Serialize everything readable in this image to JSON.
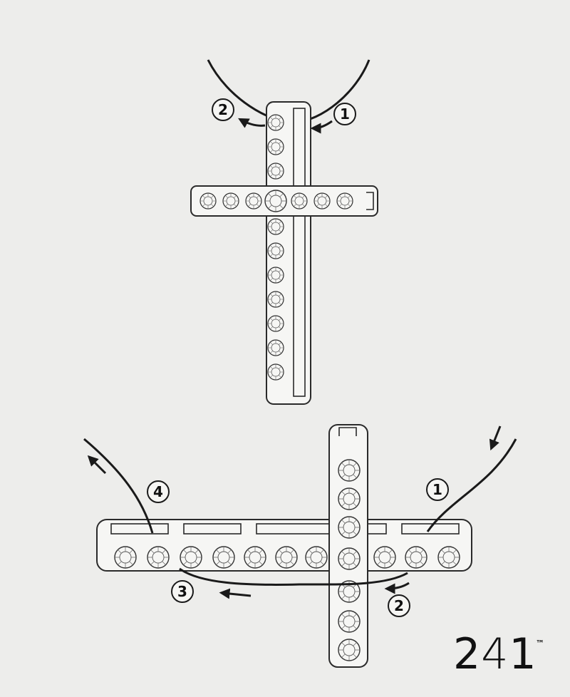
{
  "diagram": {
    "top_steps": [
      "1",
      "2"
    ],
    "bottom_steps": [
      "1",
      "2",
      "3",
      "4"
    ]
  },
  "logo": {
    "d1": "2",
    "d2": "4",
    "d3": "1",
    "tm": "™"
  },
  "colors": {
    "background": "#ededeb",
    "ink": "#1a1a1a"
  }
}
